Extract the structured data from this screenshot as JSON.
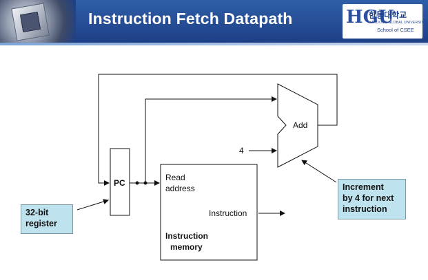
{
  "header": {
    "title": "Instruction Fetch Datapath",
    "logo": {
      "mark": "HGU",
      "korean": "한동대학교",
      "english": "HANDONG GLOBAL UNIVERSITY",
      "dept": "School of CSEE"
    }
  },
  "diagram": {
    "pc": {
      "label": "PC"
    },
    "adder": {
      "label": "Add",
      "constant": "4"
    },
    "memory": {
      "input_label_line1": "Read",
      "input_label_line2": "address",
      "output_label": "Instruction",
      "name_line1": "Instruction",
      "name_line2": "memory"
    },
    "callouts": {
      "register": {
        "line1": "32-bit",
        "line2": "register"
      },
      "increment": {
        "line1": "Increment",
        "line2": "by 4 for next",
        "line3": "instruction"
      }
    }
  },
  "colors": {
    "header_bg": "#1d3f86",
    "callout_bg": "#bfe3ee",
    "line": "#111111"
  }
}
